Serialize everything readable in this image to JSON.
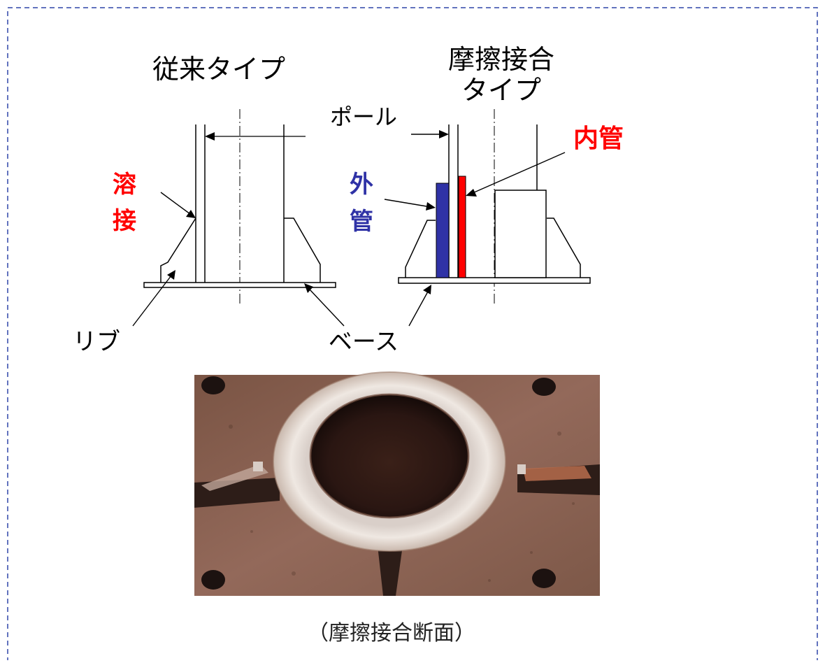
{
  "diagram": {
    "conventional_title": "従来タイプ",
    "friction_title_line1": "摩擦接合",
    "friction_title_line2": "タイプ",
    "label_weld_1": "溶",
    "label_weld_2": "接",
    "label_rib": "リブ",
    "label_pole": "ポール",
    "label_outer_1": "外",
    "label_outer_2": "管",
    "label_inner": "内管",
    "label_base": "ベース",
    "caption": "（摩擦接合断面）"
  },
  "colors": {
    "frame_border": "#2f45a8",
    "weld_text": "#ff0000",
    "inner_pipe": "#ff0000",
    "outer_pipe": "#2f32a6",
    "outer_text": "#2f32a6",
    "line": "#000000",
    "photo_plate": "#8a5f4a",
    "photo_ring": "#e9e2dc",
    "photo_hole": "#2a1814"
  },
  "icons": {
    "photo": "friction-joint-cross-section-photo"
  }
}
